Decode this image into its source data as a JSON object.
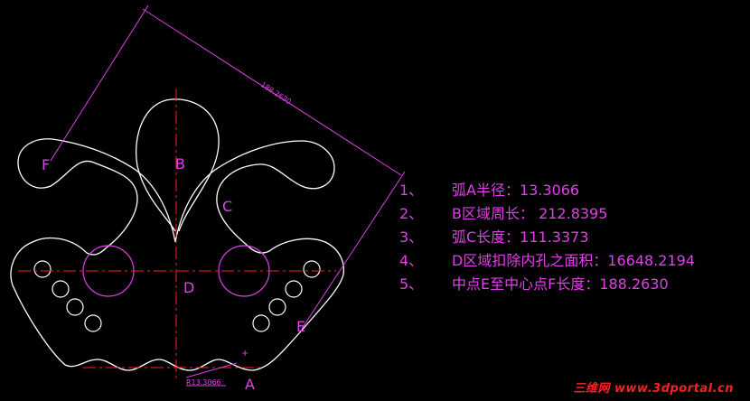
{
  "diagram": {
    "labels": {
      "F": "F",
      "B": "B",
      "C": "C",
      "D": "D",
      "E": "E",
      "A": "A"
    },
    "dimension_length": "188.2630",
    "radius_dimension": "R13.3066"
  },
  "results": [
    {
      "num": "1、",
      "text": "弧A半径：13.3066"
    },
    {
      "num": "2、",
      "text": "B区域周长： 212.8395"
    },
    {
      "num": "3、",
      "text": "弧C长度：111.3373"
    },
    {
      "num": "4、",
      "text": "D区域扣除内孔之面积：16648.2194"
    },
    {
      "num": "5、",
      "text": "中点E至中心点F长度：188.2630"
    }
  ],
  "watermark": {
    "brand": "三维网",
    "url": "www.3dportal.cn"
  },
  "colors": {
    "background": "#000000",
    "outline": "#ffffff",
    "dimension": "#e040e8",
    "centerline": "#ff2020",
    "text": "#e040e8"
  }
}
